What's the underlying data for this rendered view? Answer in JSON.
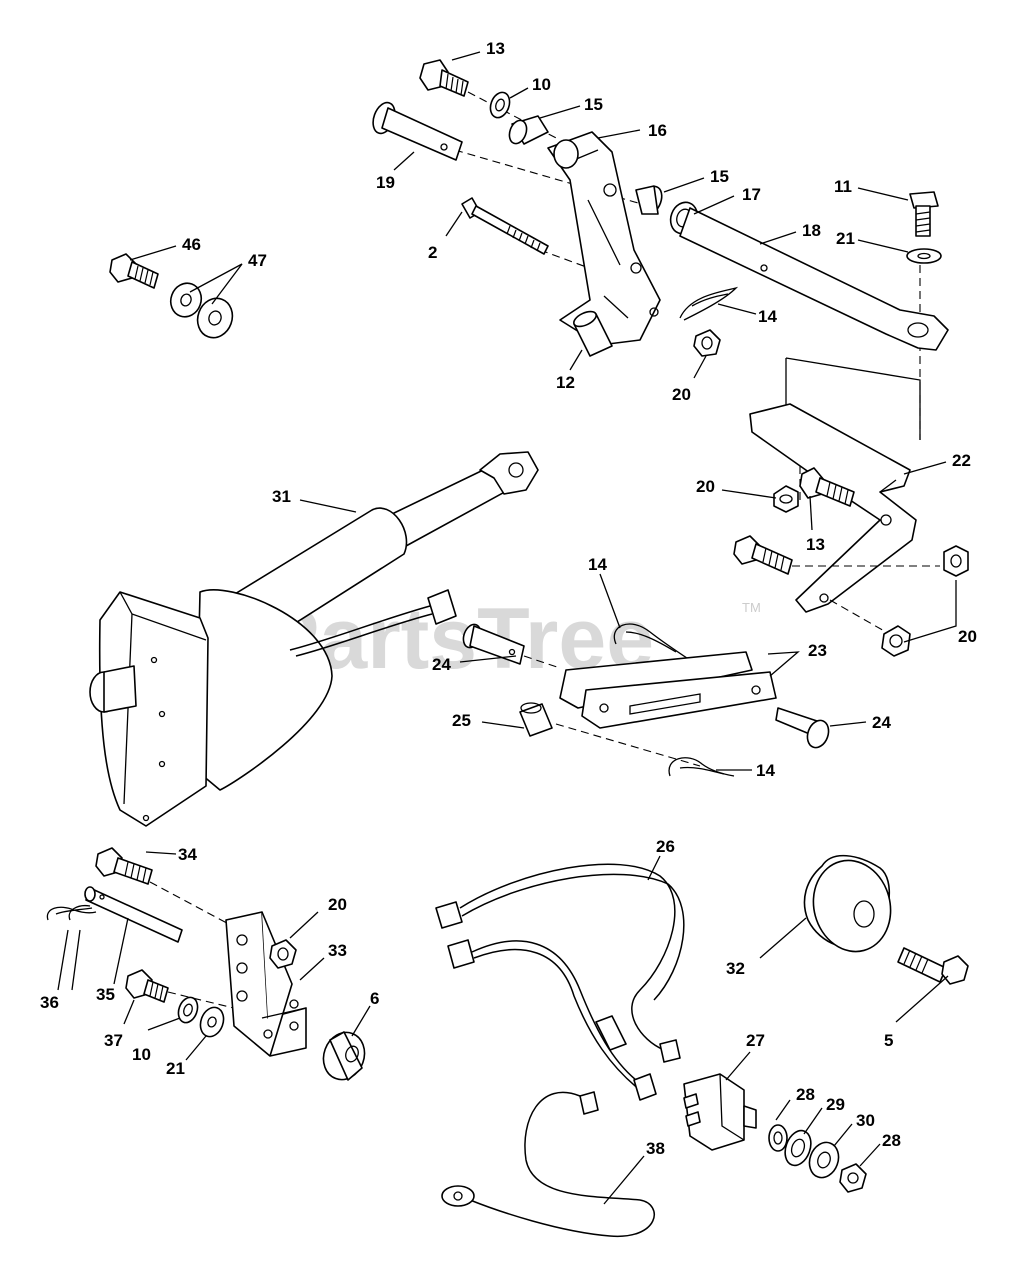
{
  "watermark": {
    "text": "PartsTree",
    "tm": "TM"
  },
  "callouts": {
    "c13a": "13",
    "c10a": "10",
    "c15a": "15",
    "c16": "16",
    "c19": "19",
    "c15b": "15",
    "c17": "17",
    "c11": "11",
    "c18": "18",
    "c21a": "21",
    "c2": "2",
    "c46": "46",
    "c47": "47",
    "c14a": "14",
    "c12": "12",
    "c20a": "20",
    "c22": "22",
    "c20b": "20",
    "c13b": "13",
    "c31": "31",
    "c14b": "14",
    "c23": "23",
    "c24a": "24",
    "c20c": "20",
    "c25": "25",
    "c24b": "24",
    "c14c": "14",
    "c34": "34",
    "c20d": "20",
    "c33": "33",
    "c36": "36",
    "c35": "35",
    "c6": "6",
    "c37": "37",
    "c10b": "10",
    "c21b": "21",
    "c26": "26",
    "c32": "32",
    "c5": "5",
    "c27": "27",
    "c28a": "28",
    "c29": "29",
    "c30": "30",
    "c28b": "28",
    "c38": "38"
  }
}
